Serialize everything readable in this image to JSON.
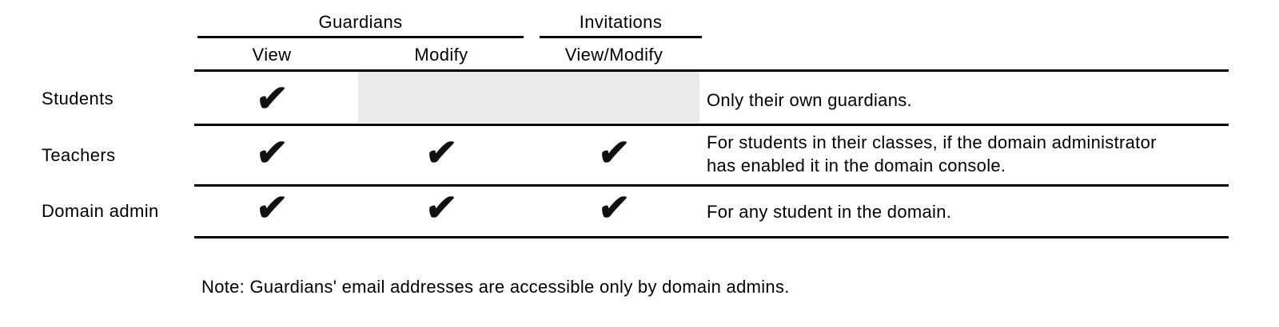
{
  "table": {
    "column_groups": [
      {
        "label": "Guardians"
      },
      {
        "label": "Invitations"
      }
    ],
    "column_headers": {
      "view": "View",
      "modify": "Modify",
      "view_modify": "View/Modify"
    },
    "rows": [
      {
        "label": "Students",
        "view_check": true,
        "modify_check": false,
        "view_modify_check": false,
        "note": "Only their own guardians."
      },
      {
        "label": "Teachers",
        "view_check": true,
        "modify_check": true,
        "view_modify_check": true,
        "note": "For students in their classes, if the domain administrator has enabled it in the domain console."
      },
      {
        "label": "Domain admin",
        "view_check": true,
        "modify_check": true,
        "view_modify_check": true,
        "note": "For any student in the domain."
      }
    ]
  },
  "footnote": "Note: Guardians' email addresses are accessible only by domain admins.",
  "icons": {
    "check": "✔"
  },
  "colors": {
    "disabled_cell_bg": "#ebebeb",
    "line": "#000000",
    "text": "#000000",
    "background": "#ffffff"
  }
}
